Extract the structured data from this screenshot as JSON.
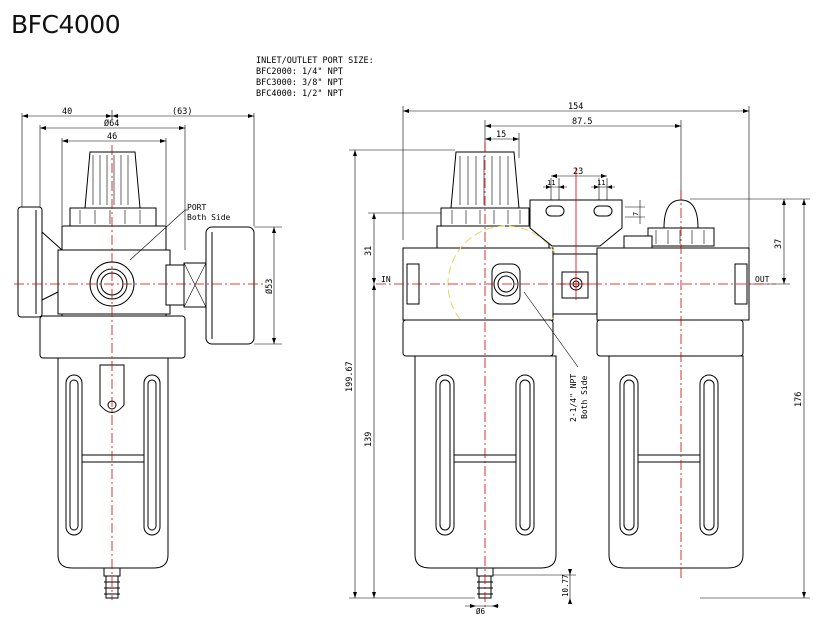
{
  "title": "BFC4000",
  "spec": {
    "heading": "INLET/OUTLET PORT SIZE:",
    "lines": [
      "BFC2000: 1/4\" NPT",
      "BFC3000: 3/8\" NPT",
      "BFC4000: 1/2\" NPT"
    ]
  },
  "left_view": {
    "dims": {
      "d40": "40",
      "d63": "(63)",
      "d64": "Ø64",
      "d46": "46",
      "d53": "Ø53"
    },
    "callout": {
      "line1": "PORT",
      "line2": "Both Side"
    }
  },
  "right_view": {
    "dims": {
      "d154": "154",
      "d875": "87.5",
      "d15": "15",
      "d23": "23",
      "d11a": "11",
      "d11b": "11",
      "d7": "7",
      "d31": "31",
      "d19967": "199.67",
      "d139": "139",
      "d37": "37",
      "d176": "176",
      "d1077": "10.77",
      "d6": "Ø6"
    },
    "labels": {
      "inlet": "IN",
      "outlet": "OUT"
    },
    "callout": {
      "line1": "2-1/4\" NPT",
      "line2": "Both Side"
    }
  }
}
